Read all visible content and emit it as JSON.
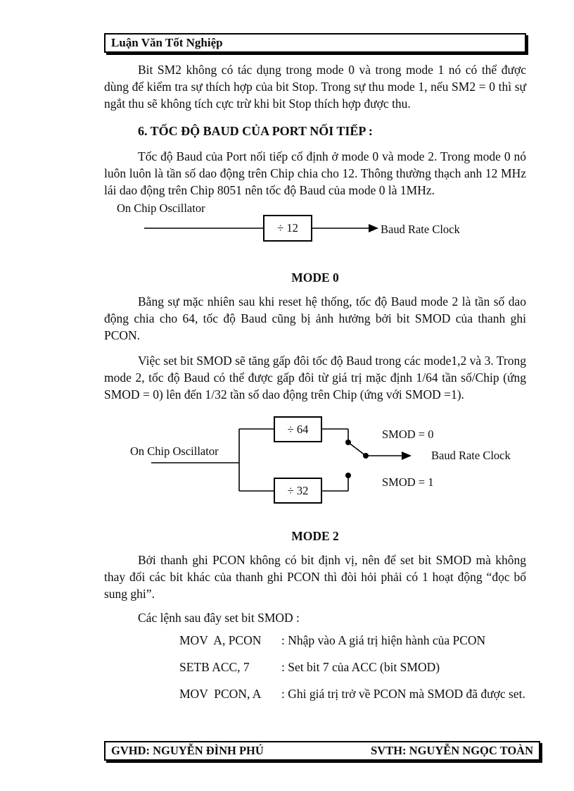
{
  "page": {
    "header": {
      "title": "Luận Văn Tốt Nghiệp"
    },
    "footer": {
      "left": "GVHD: NGUYỄN ĐÌNH PHÚ",
      "right": "SVTH: NGUYỄN NGỌC TOÀN"
    }
  },
  "sections": {
    "p_sm2": "Bit SM2 không có tác dụng trong mode 0 và trong mode 1 nó có thể được dùng để kiểm tra sự thích hợp của bit Stop. Trong sự thu mode 1, nếu SM2 = 0 thì sự ngắt thu sẽ không tích cực trừ khi bit Stop thích hợp được thu.",
    "heading_baud": "6. TỐC ĐỘ BAUD CỦA PORT NỐI TIẾP :",
    "p_baud_fixed": "Tốc độ Baud của Port nối tiếp cố định ở mode 0 và mode 2. Trong mode 0 nó luôn luôn là tần số dao động trên Chip chia cho 12. Thông thường thạch anh 12 MHz lái dao động trên Chip 8051 nên tốc độ Baud của mode 0 là 1MHz.",
    "p_reset_default": "Bằng sự mặc nhiên sau khi reset hệ thống, tốc độ Baud mode 2 là tần số dao động chia cho 64,  tốc độ Baud cũng bị ảnh hưởng bởi bit SMOD của thanh ghi PCON.",
    "p_smod_double": "Việc set bit SMOD sẽ tăng gấp đôi tốc độ Baud trong các mode1,2 và 3. Trong mode 2, tốc độ Baud có thể được gấp đôi từ giá trị mặc định 1/64 tần số/Chip (ứng SMOD = 0) lên đến 1/32 tần số dao động trên Chip (ứng với SMOD =1).",
    "p_pcon_readmodify": "Bởi thanh ghi PCON không có bit định vị, nên để set bit SMOD mà không thay đổi các bit khác của thanh ghi PCON thì đòi hỏi phải có 1 hoạt động “đọc bổ sung ghi”.",
    "p_instructions_intro": "Các lệnh sau đây set bit SMOD :"
  },
  "diagram_mode0": {
    "input_label": "On Chip Oscillator",
    "divider": "÷ 12",
    "output_label": "Baud Rate Clock",
    "caption": "MODE 0"
  },
  "diagram_mode2": {
    "input_label": "On Chip Oscillator",
    "divider_top": "÷ 64",
    "divider_bottom": "÷ 32",
    "switch_top_label": "SMOD = 0",
    "switch_bottom_label": "SMOD = 1",
    "output_label": "Baud Rate Clock",
    "caption": "MODE 2"
  },
  "code": {
    "lines": [
      {
        "instr": "MOV  A, PCON",
        "comment": ": Nhập vào A giá trị hiện hành của PCON"
      },
      {
        "instr": "SETB ACC, 7",
        "comment": ": Set bit 7 của ACC (bit SMOD)"
      },
      {
        "instr": "MOV  PCON, A",
        "comment": ": Ghi giá trị trở về PCON mà SMOD đã được set."
      }
    ]
  }
}
